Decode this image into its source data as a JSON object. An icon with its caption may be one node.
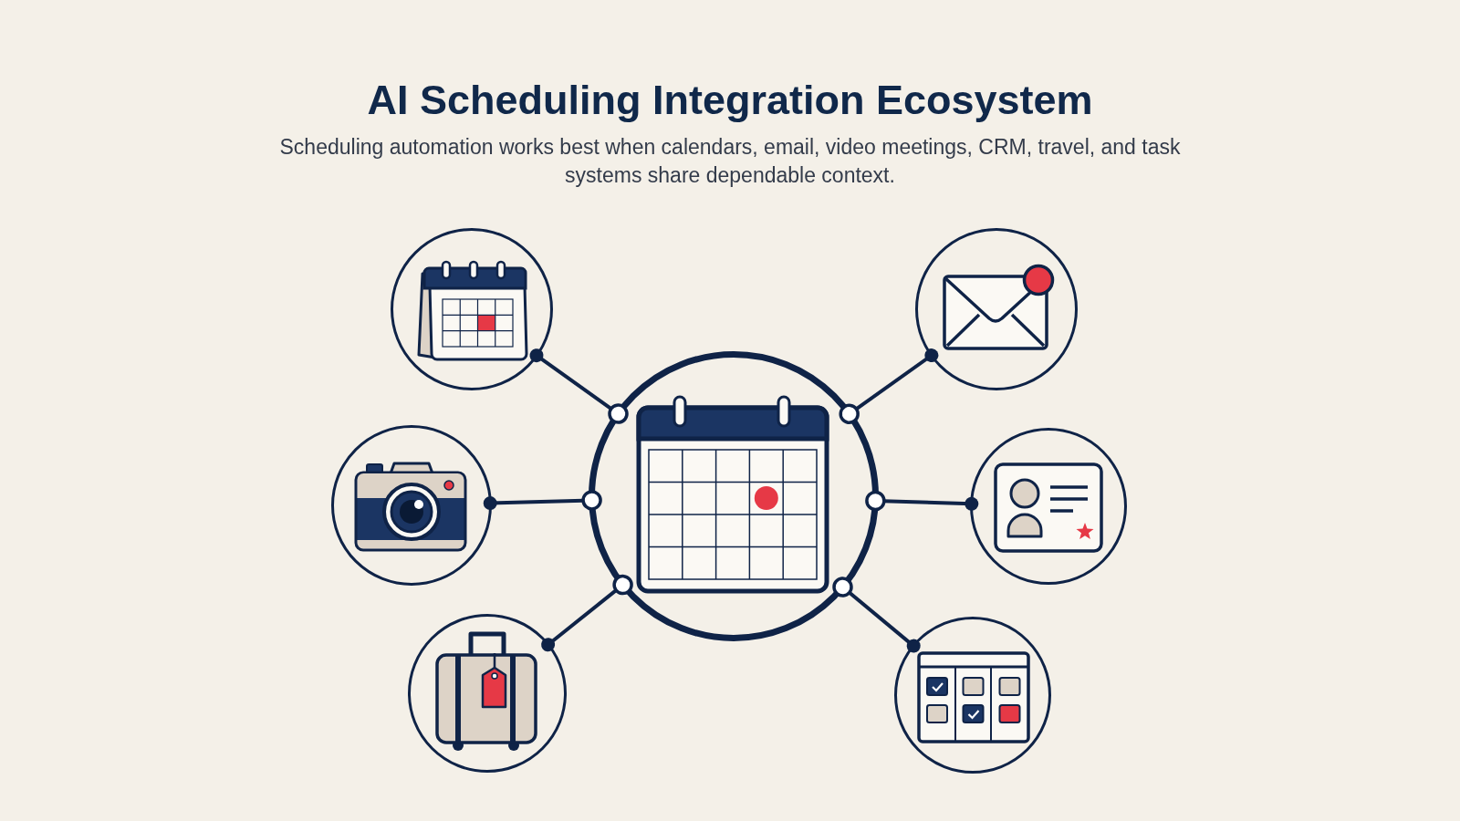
{
  "diagram": {
    "title": "AI Scheduling Integration Ecosystem",
    "caption": "Scheduling automation works best when calendars, email, video meetings, CRM, travel, and task systems share dependable context.",
    "nodes": [
      {
        "text": [],
        "shape": "circle"
      },
      {
        "text": [],
        "shape": "circle"
      },
      {
        "text": [],
        "shape": "circle"
      },
      {
        "text": [],
        "shape": "circle"
      },
      {
        "text": [],
        "shape": "circle"
      },
      {
        "text": [],
        "shape": "circle"
      },
      {
        "text": [],
        "shape": "circle"
      }
    ],
    "edges": [
      {
        "from": 0,
        "to": 1,
        "arrow": "other"
      },
      {
        "from": 0,
        "to": 2,
        "arrow": "other"
      },
      {
        "from": 0,
        "to": 3,
        "arrow": "other"
      },
      {
        "from": 0,
        "to": 4,
        "arrow": "other"
      },
      {
        "from": 0,
        "to": 5,
        "arrow": "other"
      },
      {
        "from": 0,
        "to": 6,
        "arrow": "other"
      }
    ]
  }
}
